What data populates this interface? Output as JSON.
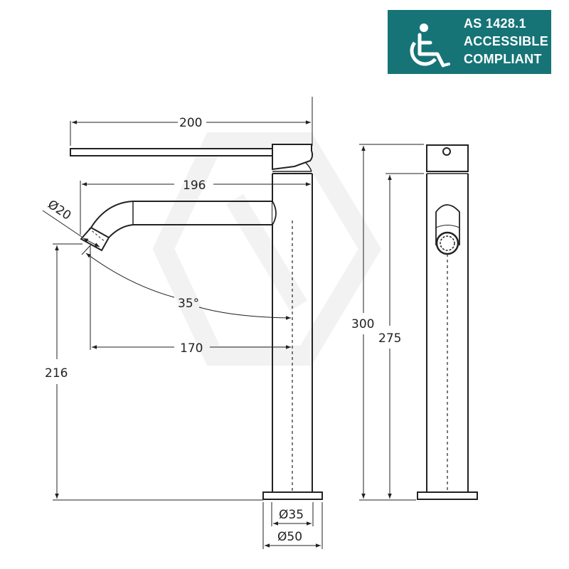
{
  "badge": {
    "icon": "wheelchair-accessibility-icon",
    "line1": "AS 1428.1",
    "line2": "ACCESSIBLE",
    "line3": "COMPLIANT",
    "background": "#167477",
    "text_color": "#ffffff"
  },
  "side_view": {
    "overall_width": "200",
    "spout_reach": "196",
    "spout_diameter": "Ø20",
    "spout_angle": "35°",
    "outlet_to_centre": "170",
    "outlet_height": "216",
    "body_diameter": "Ø35",
    "base_diameter": "Ø50"
  },
  "front_view": {
    "overall_height": "300",
    "body_height": "275"
  },
  "colors": {
    "line": "#222222",
    "watermark": "#f3f3f3"
  }
}
